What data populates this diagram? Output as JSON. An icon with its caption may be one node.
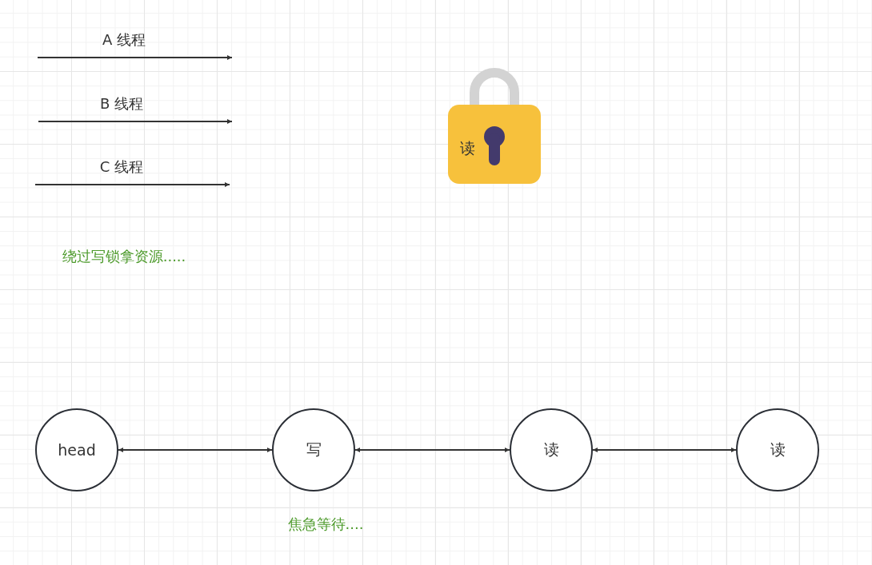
{
  "diagram": {
    "nodes": [
      {
        "text": [
          "读"
        ]
      },
      {
        "text": [
          "head"
        ]
      },
      {
        "text": [
          "写"
        ]
      },
      {
        "text": [
          "读"
        ]
      },
      {
        "text": [
          "读"
        ]
      }
    ],
    "edges": [
      {
        "from": 1,
        "to": 2,
        "arrow": "both"
      },
      {
        "from": 2,
        "to": 3,
        "arrow": "both"
      },
      {
        "from": 3,
        "to": 4,
        "arrow": "both"
      }
    ],
    "labels": [
      "A 线程",
      "B 线程",
      "C 线程",
      "绕过写锁拿资源.....",
      "焦急等待...."
    ]
  }
}
